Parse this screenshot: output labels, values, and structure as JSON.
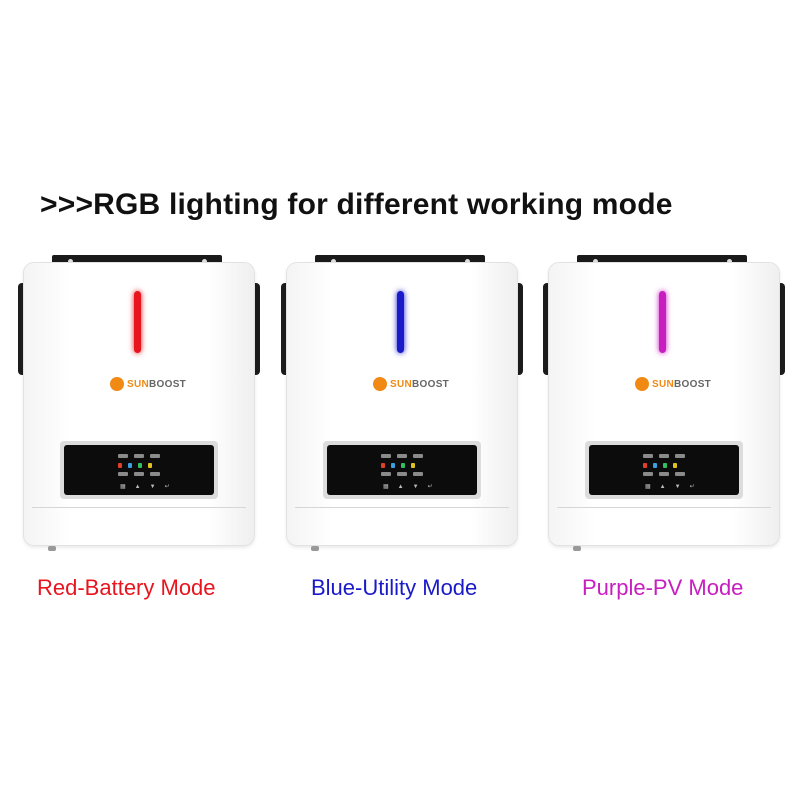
{
  "headline": ">>>RGB lighting for different working mode",
  "brand": {
    "prefix": "SUN",
    "suffix": "BOOST",
    "color": "#f08a14"
  },
  "units": [
    {
      "caption": "Red-Battery Mode",
      "color": "#e8141e"
    },
    {
      "caption": "Blue-Utility Mode",
      "color": "#1a1ac8"
    },
    {
      "caption": "Purple-PV Mode",
      "color": "#c81ec0"
    }
  ]
}
